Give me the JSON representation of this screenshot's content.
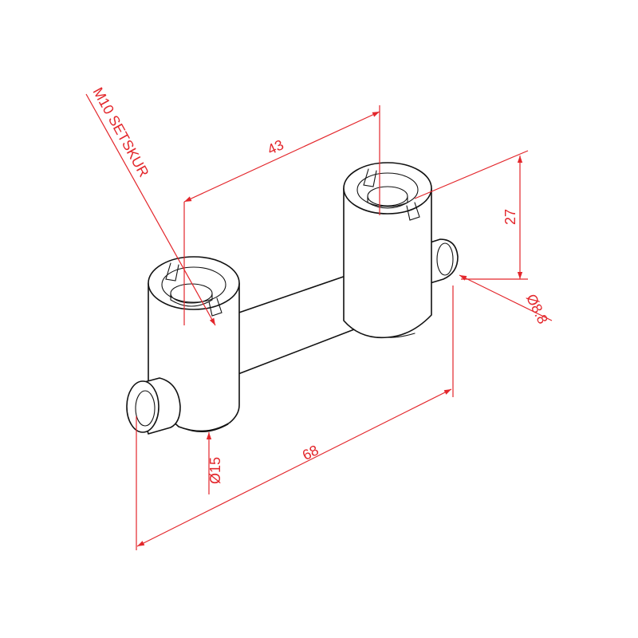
{
  "colors": {
    "dimension": "#e3262b",
    "part_stroke": "#111111",
    "background": "#ffffff"
  },
  "labels": {
    "thread_callout": "M10 SETSKUR",
    "post_spacing": "43",
    "height": "27",
    "small_diameter": "Ø8.8",
    "overall_length": "68",
    "large_diameter": "Ø15"
  }
}
